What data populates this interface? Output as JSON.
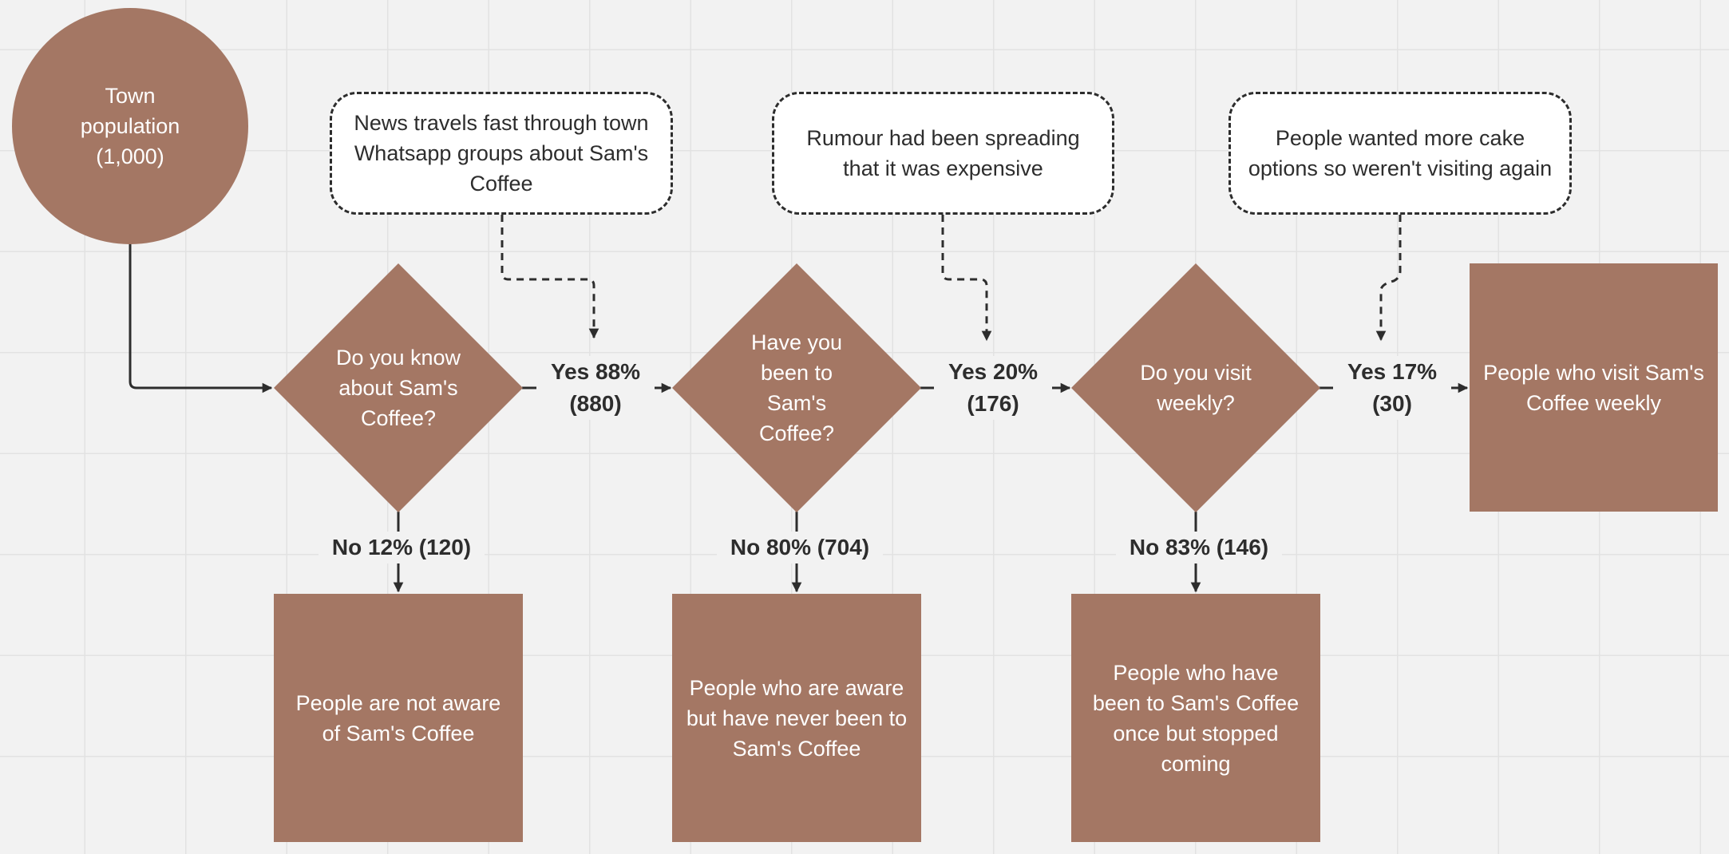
{
  "colors": {
    "node_fill": "#a47764",
    "node_text": "#ffffff",
    "line": "#2d2d2d",
    "note_fill": "#ffffff",
    "grid": "#e2e2e2",
    "background": "#f2f2f2"
  },
  "start": {
    "label": "Town population (1,000)"
  },
  "questions": [
    {
      "label": "Do you know about Sam's Coffee?"
    },
    {
      "label": "Have you been to Sam's Coffee?"
    },
    {
      "label": "Do you visit weekly?"
    }
  ],
  "yes_labels": [
    {
      "line1": "Yes 88%",
      "line2": "(880)"
    },
    {
      "line1": "Yes 20%",
      "line2": "(176)"
    },
    {
      "line1": "Yes 17%",
      "line2": "(30)"
    }
  ],
  "no_labels": [
    "No 12% (120)",
    "No 80% (704)",
    "No 83% (146)"
  ],
  "outcomes": [
    {
      "label": "People are not aware of Sam's Coffee"
    },
    {
      "label": "People who are aware but have never been to Sam's Coffee"
    },
    {
      "label": "People who have been to Sam's Coffee once but stopped coming"
    },
    {
      "label": "People who visit Sam's Coffee weekly"
    }
  ],
  "notes": [
    {
      "label": "News travels fast through town Whatsapp groups about Sam's Coffee"
    },
    {
      "label": "Rumour had been spreading that it was expensive"
    },
    {
      "label": "People wanted more cake options so weren't visiting again"
    }
  ]
}
